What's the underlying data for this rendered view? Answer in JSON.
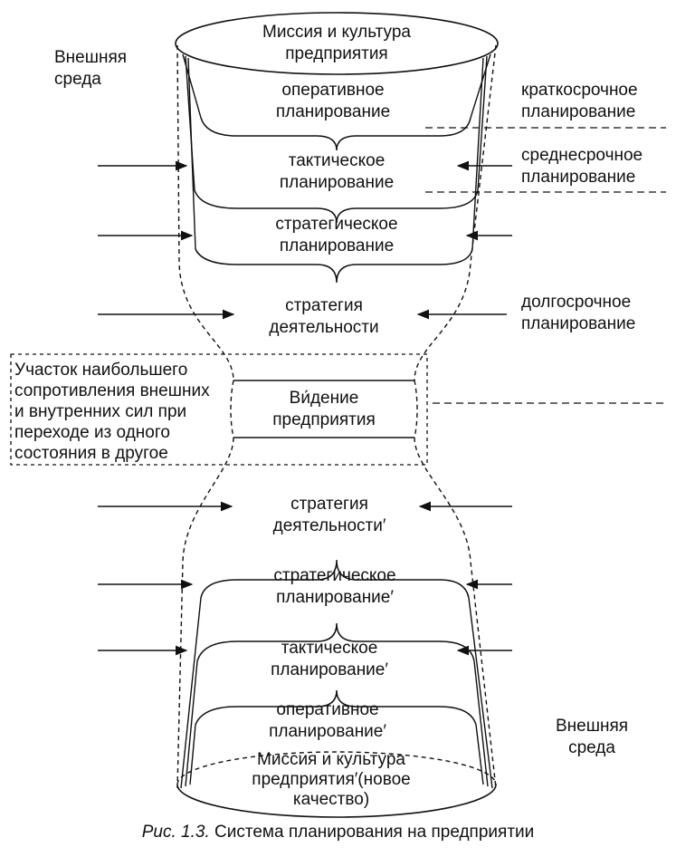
{
  "top": {
    "mission": [
      "Миссия и культура",
      "предприятия"
    ],
    "operative": [
      "оперативное",
      "планирование"
    ],
    "tactical": [
      "тактическое",
      "планирование"
    ],
    "strategic": [
      "стратегическое",
      "планирование"
    ],
    "strategy": [
      "стратегия",
      "деятельности"
    ]
  },
  "vision": [
    "Ви́дение",
    "предприятия"
  ],
  "resistance_zone": [
    "Участок наибольшего",
    "сопротивления внешних",
    "и внутренних сил при",
    "переходе из одного",
    "состояния в другое"
  ],
  "bottom": {
    "strategy": [
      "стратегия",
      "деятельности′"
    ],
    "strategic": [
      "стратегическое",
      "планирование′"
    ],
    "tactical": [
      "тактическое",
      "планирование′"
    ],
    "operative": [
      "оперативное",
      "планирование′"
    ],
    "mission": [
      "Миссия и культура",
      "предприятия′(новое",
      "качество)"
    ]
  },
  "environment_top": [
    "Внешняя",
    "среда"
  ],
  "environment_bottom": [
    "Внешняя",
    "среда"
  ],
  "horizons": {
    "short": [
      "краткосрочное",
      "планирование"
    ],
    "medium": [
      "среднесрочное",
      "планирование"
    ],
    "long": [
      "долгосрочное",
      "планирование"
    ]
  },
  "caption": {
    "prefix": "Рис. 1.3.",
    "text": " Система планирования на предприятии"
  }
}
